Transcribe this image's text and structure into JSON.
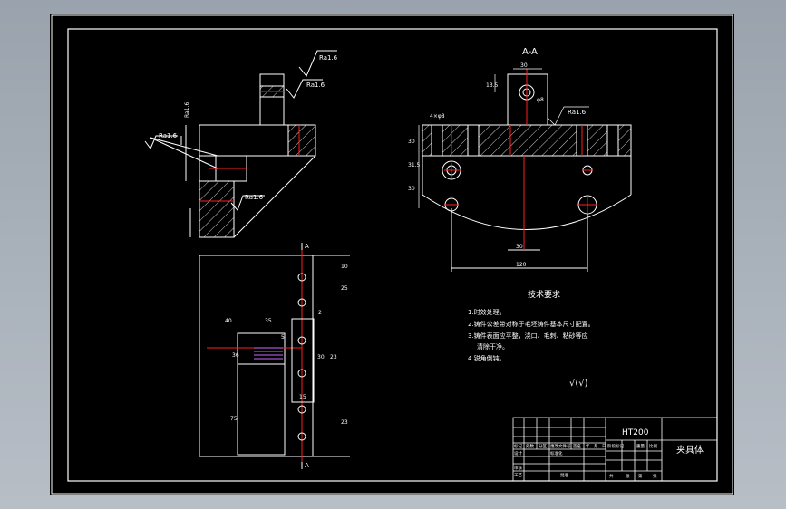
{
  "drawing": {
    "section_label": "A-A",
    "tech_req_title": "技术要求",
    "tech_req_lines": [
      "1.时效处理。",
      "2.铸件公差带对称于毛坯铸件基本尺寸配置。",
      "3.铸件表面应平整，浇口、毛刺、粘砂等应",
      "清除干净。",
      "4.锐角倒钝。"
    ],
    "surface_symbol": "√(√)",
    "roughness": [
      "Ra1.6",
      "Ra1.6",
      "Ra1.6",
      "Ra1.6",
      "Ra1.6",
      "Ra1.6"
    ],
    "dims": {
      "top_view": [
        "40",
        "35",
        "2",
        "5",
        "36",
        "30",
        "10",
        "25",
        "75",
        "15",
        "23",
        "23"
      ],
      "section": [
        "30",
        "13.5",
        "120",
        "30",
        "4×φ8",
        "30",
        "31.5",
        "30",
        "φ8"
      ]
    },
    "section_marks": [
      "A",
      "A"
    ],
    "title_block": {
      "material": "HT200",
      "part_name": "夹具体",
      "row_labels": [
        "标记",
        "处数",
        "分区",
        "更改文件号",
        "签名",
        "年、月、日"
      ],
      "bottom_labels": [
        "设计",
        "标准化",
        "审核",
        "工艺",
        "批准"
      ],
      "right_labels": [
        "阶段标记",
        "重量",
        "比例",
        "共",
        "张",
        "第",
        "张"
      ]
    }
  },
  "colors": {
    "frame": "#ffffff",
    "center_line": "#ff2020",
    "hole_center": "#ff2020",
    "accent_purple": "#cc66ff"
  }
}
